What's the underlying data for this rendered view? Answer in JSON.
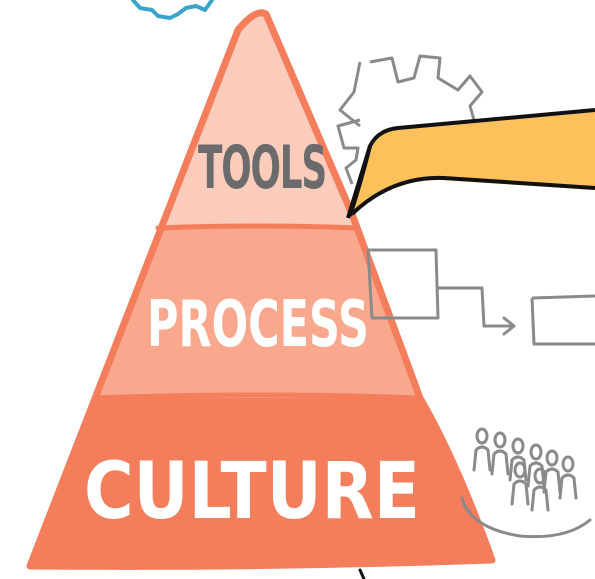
{
  "pyramid": {
    "tiers": [
      {
        "label": "TOOLS",
        "fill": "#fbcbbb",
        "text_color": "#6b6b6b"
      },
      {
        "label": "PROCESS",
        "fill": "#f9a88e",
        "text_color": "#ffffff"
      },
      {
        "label": "CULTURE",
        "fill": "#f47d5c",
        "text_color": "#ffffff"
      }
    ],
    "outline_color": "#f47d5c"
  },
  "side_icons": {
    "gear_top_color": "#3ba3c9",
    "gear_color": "#8a8a8a",
    "banner_color": "#fcc15a",
    "flow_color": "#8a8a8a",
    "people_color": "#8a8a8a"
  }
}
